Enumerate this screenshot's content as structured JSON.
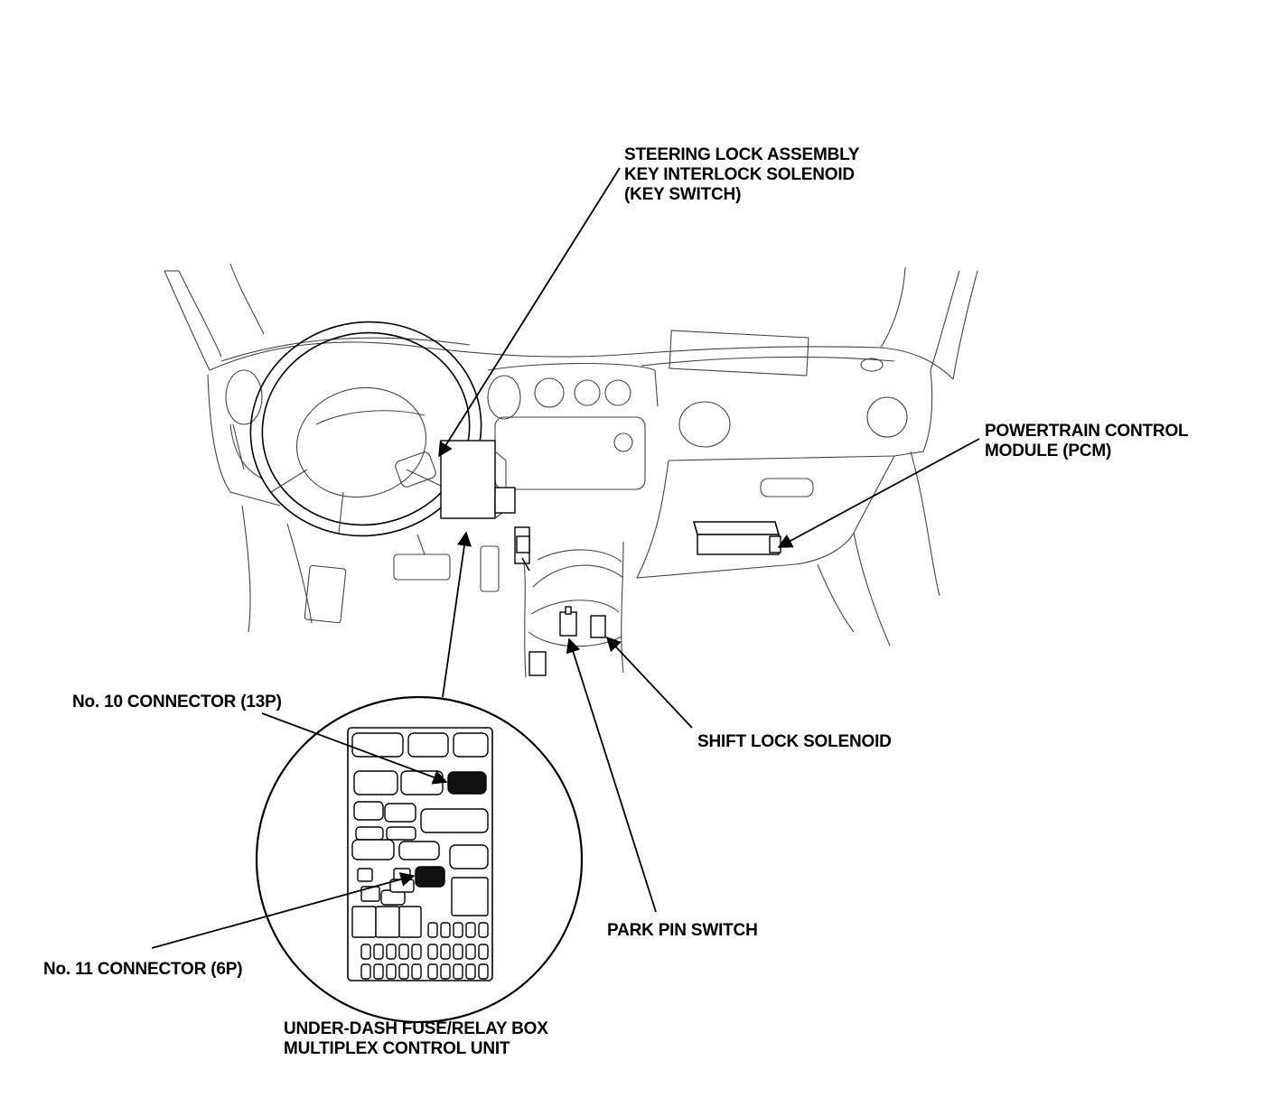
{
  "callouts": {
    "steering_lock": [
      "STEERING LOCK ASSEMBLY",
      "KEY INTERLOCK SOLENOID",
      "(KEY SWITCH)"
    ],
    "pcm": [
      "POWERTRAIN CONTROL",
      "MODULE (PCM)"
    ],
    "shift_lock": "SHIFT LOCK SOLENOID",
    "park_pin": "PARK PIN SWITCH",
    "no10": "No. 10 CONNECTOR (13P)",
    "no11": "No. 11 CONNECTOR (6P)",
    "fuse_box": [
      "UNDER-DASH FUSE/RELAY BOX",
      "MULTIPLEX CONTROL UNIT"
    ]
  },
  "colors": {
    "line": "#000000",
    "background": "#ffffff",
    "highlight_connector": "#111111"
  },
  "icons": {
    "dashboard": "dashboard-outline-drawing",
    "steering_wheel": "steering-wheel-drawing",
    "fuse_box": "fuse-relay-box-drawing"
  }
}
